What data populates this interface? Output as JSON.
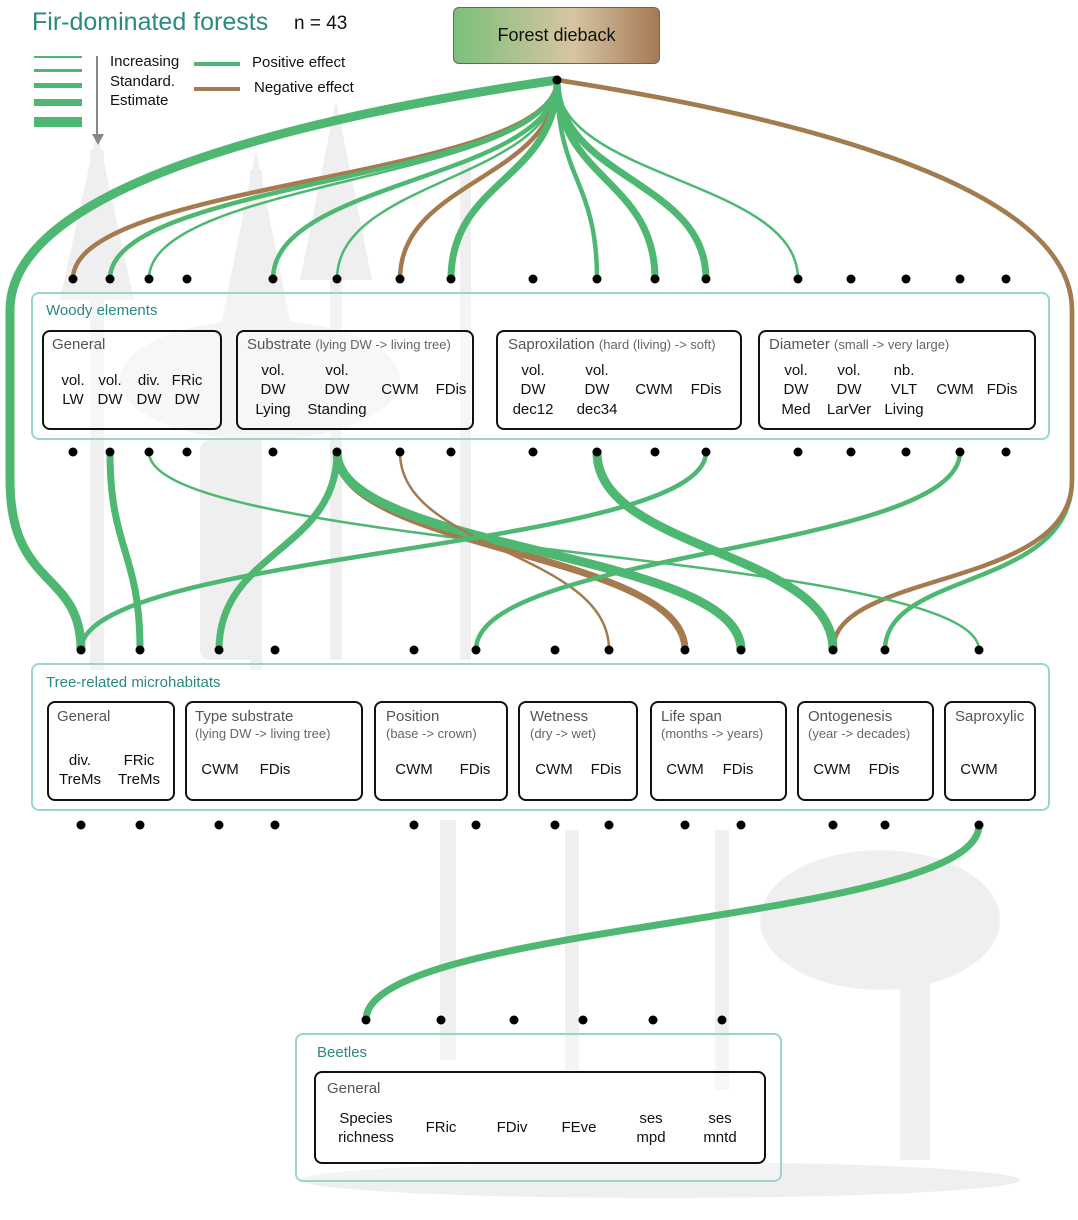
{
  "title": "Fir-dominated forests",
  "sample_size": "n = 43",
  "legend": {
    "width_label": "Increasing\nStandard.\nEstimate",
    "positive_label": "Positive effect",
    "negative_label": "Negative effect",
    "colors": {
      "positive": "#4eb872",
      "negative": "#a57a4f"
    }
  },
  "driver": {
    "label": "Forest dieback"
  },
  "woody": {
    "label": "Woody elements",
    "general": {
      "title": "General"
    },
    "substrate": {
      "title": "Substrate",
      "subtitle": "(lying DW -> living tree)"
    },
    "saproxilation": {
      "title": "Saproxilation",
      "subtitle": "(hard (living) -> soft)"
    },
    "diameter": {
      "title": "Diameter",
      "subtitle": "(small -> very large)"
    },
    "vars": [
      "vol.\nLW",
      "vol.\nDW",
      "div.\nDW",
      "FRic\nDW",
      "vol.\nDW\nLying",
      "vol.\nDW\nStanding",
      "CWM",
      "FDis",
      "vol.\nDW\ndec12",
      "vol.\nDW\ndec34",
      "CWM",
      "FDis",
      "vol.\nDW\nMed",
      "vol.\nDW\nLarVer",
      "nb.\nVLT\nLiving",
      "CWM",
      "FDis"
    ]
  },
  "trems": {
    "label": "Tree-related microhabitats",
    "general": {
      "title": "General"
    },
    "type_substrate": {
      "title": "Type substrate",
      "subtitle": "(lying DW -> living tree)"
    },
    "position": {
      "title": "Position",
      "subtitle": "(base -> crown)"
    },
    "wetness": {
      "title": "Wetness",
      "subtitle": "(dry -> wet)"
    },
    "life_span": {
      "title": "Life span",
      "subtitle": "(months -> years)"
    },
    "ontogenesis": {
      "title": "Ontogenesis",
      "subtitle": "(year -> decades)"
    },
    "saproxylic": {
      "title": "Saproxylic"
    },
    "vars": [
      "div.\nTreMs",
      "FRic\nTreMs",
      "CWM",
      "FDis",
      "CWM",
      "FDis",
      "CWM",
      "FDis",
      "CWM",
      "FDis",
      "CWM",
      "FDis",
      "CWM"
    ]
  },
  "beetles": {
    "label": "Beetles",
    "general": {
      "title": "General"
    },
    "vars": [
      "Species\nrichness",
      "FRic",
      "FDiv",
      "FEve",
      "ses\nmpd",
      "ses\nmntd"
    ]
  },
  "paths": [
    {
      "from": "Forest dieback",
      "to": "Woody: vol. LW",
      "effect": "negative",
      "strength": 2
    },
    {
      "from": "Forest dieback",
      "to": "Woody: vol. DW",
      "effect": "positive",
      "strength": 2
    },
    {
      "from": "Forest dieback",
      "to": "Woody: div. DW",
      "effect": "positive",
      "strength": 1
    },
    {
      "from": "Forest dieback",
      "to": "Woody: vol. DW Lying",
      "effect": "positive",
      "strength": 2
    },
    {
      "from": "Forest dieback",
      "to": "Woody: vol. DW Standing",
      "effect": "positive",
      "strength": 1
    },
    {
      "from": "Forest dieback",
      "to": "Woody: Substrate CWM",
      "effect": "negative",
      "strength": 2
    },
    {
      "from": "Forest dieback",
      "to": "Woody: Substrate FDis",
      "effect": "positive",
      "strength": 3
    },
    {
      "from": "Forest dieback",
      "to": "Woody: vol. DW dec34",
      "effect": "positive",
      "strength": 2
    },
    {
      "from": "Forest dieback",
      "to": "Woody: Saproxilation CWM",
      "effect": "positive",
      "strength": 3
    },
    {
      "from": "Forest dieback",
      "to": "Woody: Saproxilation FDis",
      "effect": "positive",
      "strength": 3
    },
    {
      "from": "Forest dieback",
      "to": "Woody: vol. DW Med",
      "effect": "positive",
      "strength": 1
    },
    {
      "from": "Forest dieback",
      "to": "TreMs: div. TreMs",
      "effect": "positive",
      "strength": 4
    },
    {
      "from": "Forest dieback",
      "to": "TreMs: Ontogenesis FDis",
      "effect": "positive",
      "strength": 2
    },
    {
      "from": "Forest dieback",
      "to": "TreMs: Ontogenesis CWM",
      "effect": "negative",
      "strength": 2
    },
    {
      "from": "Woody: vol. DW",
      "to": "TreMs: FRic TreMs",
      "effect": "positive",
      "strength": 3
    },
    {
      "from": "Woody: div. DW",
      "to": "TreMs: Saproxylic CWM",
      "effect": "positive",
      "strength": 1
    },
    {
      "from": "Woody: vol. DW Standing",
      "to": "TreMs: Life span CWM",
      "effect": "negative",
      "strength": 3
    },
    {
      "from": "Woody: vol. DW Standing",
      "to": "TreMs: Life span FDis",
      "effect": "positive",
      "strength": 4
    },
    {
      "from": "Woody: vol. DW Standing",
      "to": "TreMs: Type substrate CWM",
      "effect": "positive",
      "strength": 3
    },
    {
      "from": "Woody: Substrate CWM",
      "to": "TreMs: Wetness FDis",
      "effect": "negative",
      "strength": 1
    },
    {
      "from": "Woody: vol. DW dec34",
      "to": "TreMs: Ontogenesis CWM",
      "effect": "positive",
      "strength": 4
    },
    {
      "from": "Woody: Saproxilation FDis",
      "to": "TreMs: div. TreMs",
      "effect": "positive",
      "strength": 2
    },
    {
      "from": "Woody: Diameter CWM",
      "to": "TreMs: Position FDis",
      "effect": "positive",
      "strength": 2
    },
    {
      "from": "TreMs: Saproxylic CWM",
      "to": "Beetles: Species richness",
      "effect": "positive",
      "strength": 3
    }
  ]
}
